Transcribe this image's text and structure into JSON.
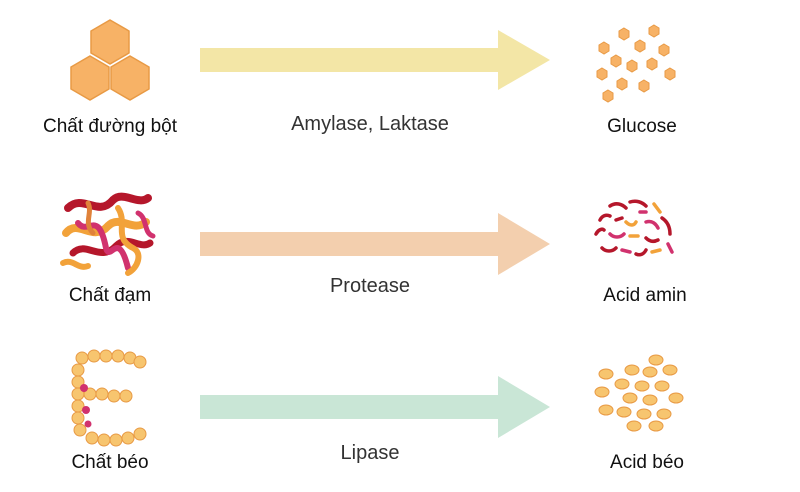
{
  "rows": [
    {
      "source": "Chất đường bột",
      "enzyme": "Amylase, Laktase",
      "product": "Glucose",
      "arrow_color": "#f3e6a6"
    },
    {
      "source": "Chất đạm",
      "enzyme": "Protease",
      "product": "Acid amin",
      "arrow_color": "#f3cfae"
    },
    {
      "source": "Chất béo",
      "enzyme": "Lipase",
      "product": "Acid béo",
      "arrow_color": "#c9e6d6"
    }
  ],
  "icons": {
    "starch": "hexagon-cluster-icon",
    "glucose": "scattered-hexagons-icon",
    "protein": "protein-chain-icon",
    "amino": "amino-fragments-icon",
    "fat": "fat-chain-icon",
    "fatty_acid": "fatty-acid-dots-icon"
  },
  "colors": {
    "orange": "#f7b266",
    "orange_edge": "#e89a45",
    "red": "#b5172b",
    "pink": "#d1326e"
  }
}
